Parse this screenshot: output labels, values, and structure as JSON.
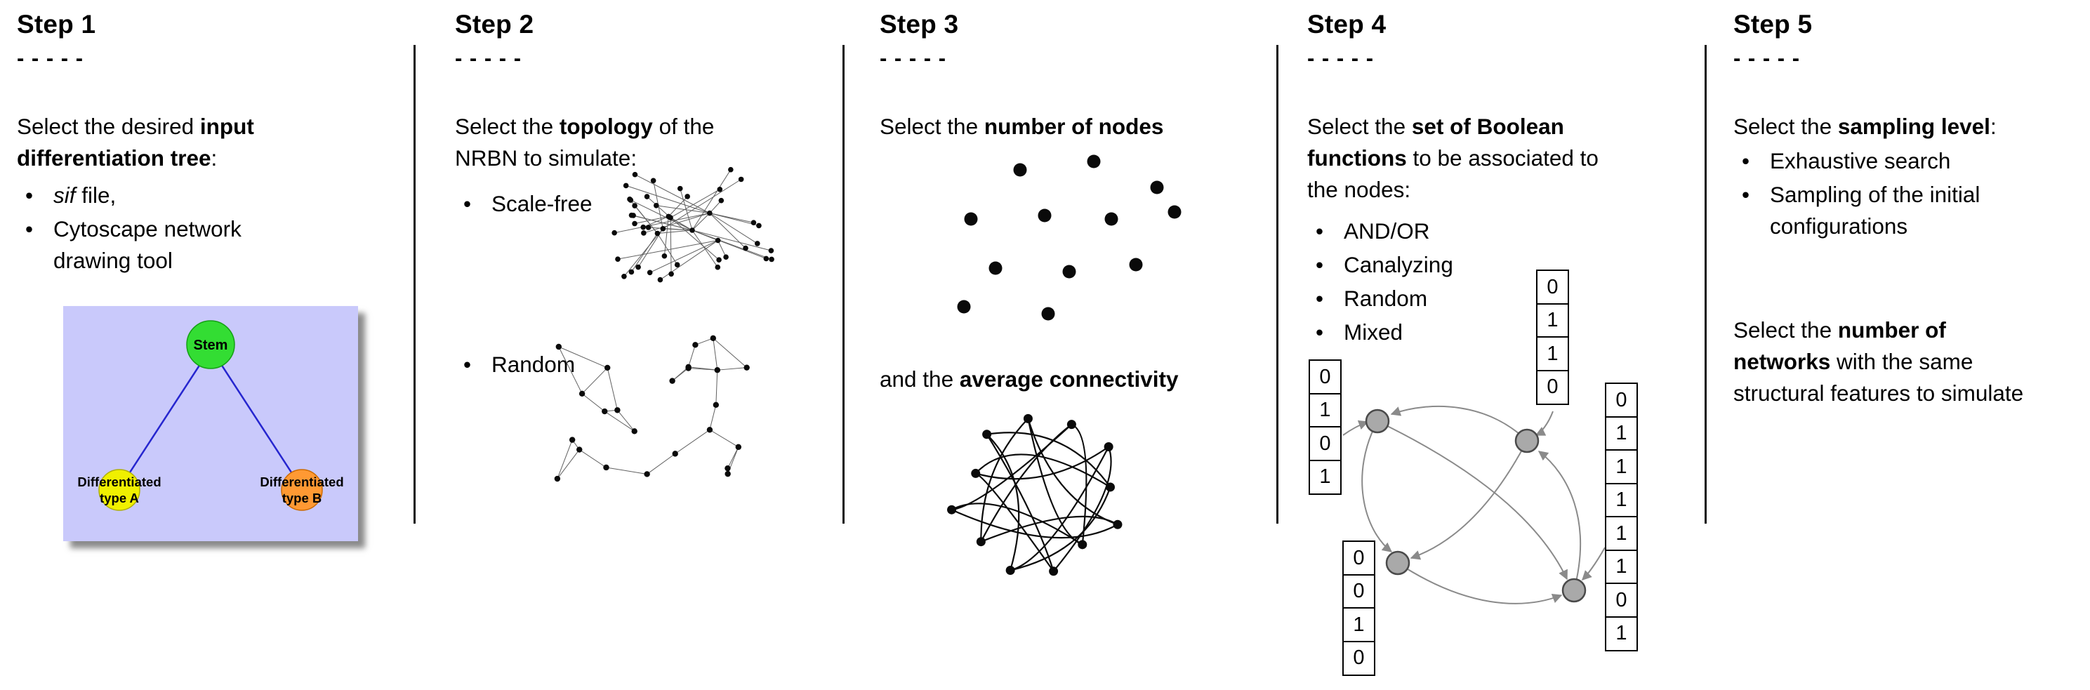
{
  "ui": {
    "bullet": "•"
  },
  "steps": [
    {
      "title": "Step 1",
      "dashes": "- - - - -",
      "intro": [
        {
          "t": "Select the desired "
        },
        {
          "t": "input differentiation tree",
          "b": 1
        },
        {
          "t": ":"
        }
      ],
      "bullets": [
        [
          {
            "t": "sif",
            "i": 1
          },
          {
            "t": " file,"
          }
        ],
        [
          {
            "t": "Cytoscape network drawing tool"
          }
        ]
      ],
      "tree": {
        "stem_label": "Stem",
        "left_label_line1": "Differentiated",
        "left_label_line2": "type A",
        "right_label_line1": "Differentiated",
        "right_label_line2": "type B",
        "colors": {
          "background": "#c9c9fb",
          "stem": "#33dd33",
          "type_a": "#f0f000",
          "type_b": "#ff9933",
          "edge": "#2626cf"
        }
      }
    },
    {
      "title": "Step 2",
      "dashes": "- - - - -",
      "intro": [
        {
          "t": "Select the "
        },
        {
          "t": "topology",
          "b": 1
        },
        {
          "t": " of the NRBN to simulate:"
        }
      ],
      "bullets": [
        [
          {
            "t": "Scale-free"
          }
        ],
        [
          {
            "t": "Random"
          }
        ]
      ]
    },
    {
      "title": "Step 3",
      "dashes": "- - - - -",
      "intro": [
        {
          "t": "Select the "
        },
        {
          "t": "number of nodes",
          "b": 1
        }
      ],
      "second": [
        {
          "t": "and the "
        },
        {
          "t": "average connectivity",
          "b": 1
        }
      ]
    },
    {
      "title": "Step 4",
      "dashes": "- - - - -",
      "intro": [
        {
          "t": "Select the "
        },
        {
          "t": "set of Boolean functions",
          "b": 1
        },
        {
          "t": " to be associated to the nodes:"
        }
      ],
      "bullets": [
        [
          {
            "t": "AND/OR"
          }
        ],
        [
          {
            "t": "Canalyzing"
          }
        ],
        [
          {
            "t": "Random"
          }
        ],
        [
          {
            "t": "Mixed"
          }
        ]
      ],
      "truth_tables": {
        "top": [
          "0",
          "1",
          "1",
          "0"
        ],
        "left": [
          "0",
          "1",
          "0",
          "1"
        ],
        "bottom": [
          "0",
          "0",
          "1",
          "0"
        ],
        "right": [
          "0",
          "1",
          "1",
          "1",
          "1",
          "1",
          "0",
          "1"
        ]
      }
    },
    {
      "title": "Step 5",
      "dashes": "- - - - -",
      "intro": [
        {
          "t": "Select the "
        },
        {
          "t": "sampling level",
          "b": 1
        },
        {
          "t": ":"
        }
      ],
      "bullets": [
        [
          {
            "t": "Exhaustive search"
          }
        ],
        [
          {
            "t": "Sampling of the initial configurations"
          }
        ]
      ],
      "second": [
        {
          "t": "Select the "
        },
        {
          "t": "number of networks",
          "b": 1
        },
        {
          "t": " with the same structural features to simulate"
        }
      ]
    }
  ]
}
